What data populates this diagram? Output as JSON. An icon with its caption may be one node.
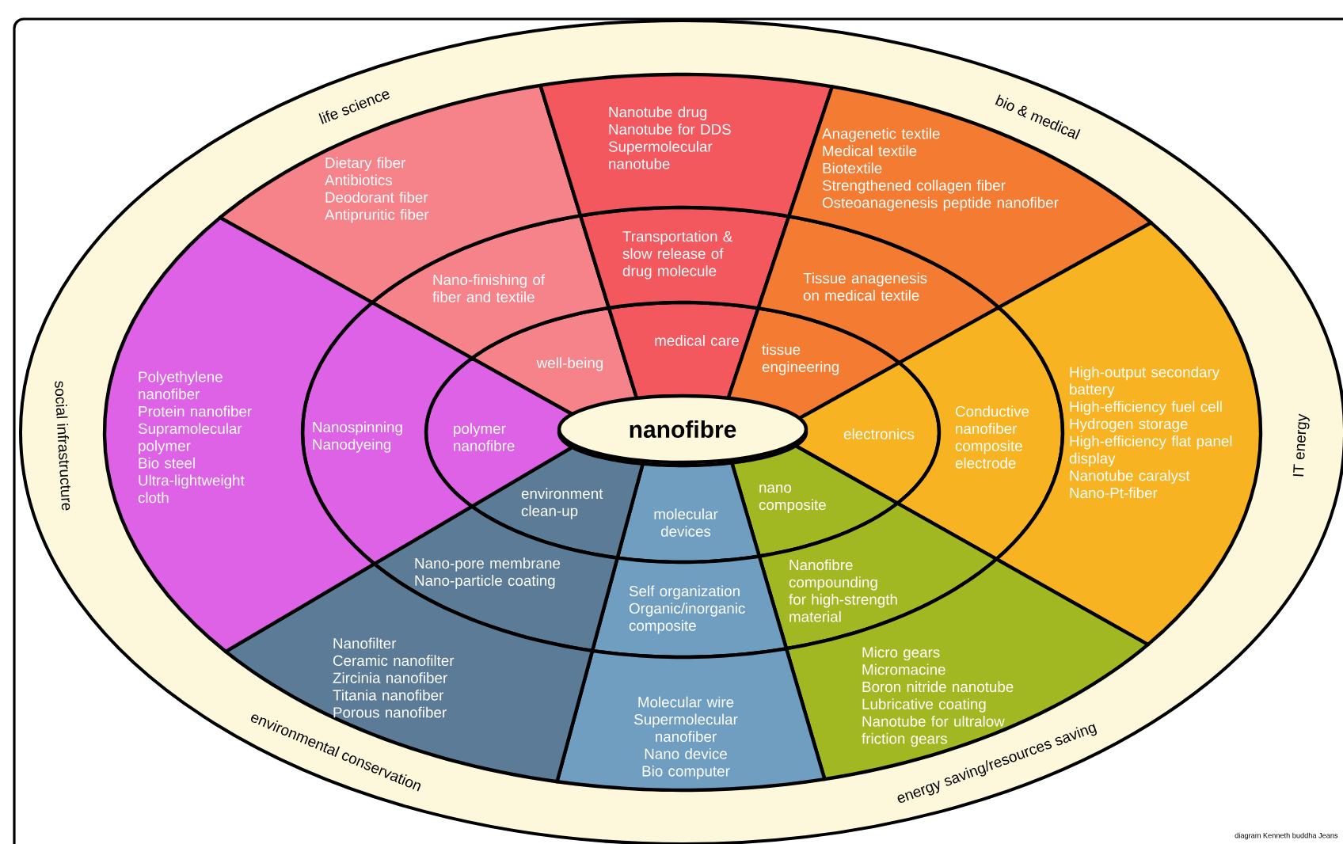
{
  "diagram": {
    "nodes": [
      {
        "text": [
          "nanofibre"
        ]
      },
      {
        "text": [
          "well-being"
        ]
      },
      {
        "text": [
          "medical care"
        ]
      },
      {
        "text": [
          "tissue engineering"
        ]
      },
      {
        "text": [
          "electronics"
        ]
      },
      {
        "text": [
          "nano composite"
        ]
      },
      {
        "text": [
          "molecular devices"
        ]
      },
      {
        "text": [
          "environment clean-up"
        ]
      },
      {
        "text": [
          "polymer nanofibre"
        ]
      },
      {
        "text": [
          "Nano-finishing of fiber and textile"
        ]
      },
      {
        "text": [
          "Transportation & slow release of drug molecule"
        ]
      },
      {
        "text": [
          "Tissue anagenesis on medical textile"
        ]
      },
      {
        "text": [
          "Conductive nanofiber composite electrode"
        ]
      },
      {
        "text": [
          "Nanofibre compounding for high-strength material"
        ]
      },
      {
        "text": [
          "Self organization",
          "Organic/inorganic composite"
        ]
      },
      {
        "text": [
          "Nano-pore membrane",
          "Nano-particle coating"
        ]
      },
      {
        "text": [
          "Nanospinning",
          "Nanodyeing"
        ]
      },
      {
        "text": [
          "Dietary fiber",
          "Antibiotics",
          "Deodorant fiber",
          "Antipruritic fiber"
        ]
      },
      {
        "text": [
          "Nanotube drug",
          "Nanotube for DDS",
          "Supermolecular nanotube"
        ]
      },
      {
        "text": [
          "Anagenetic textile",
          "Medical textile",
          "Biotextile",
          "Strengthened collagen fiber",
          "Osteoanagenesis peptide nanofiber"
        ]
      },
      {
        "text": [
          "High-output secondary battery",
          "High-efficiency fuel cell",
          "Hydrogen storage",
          "High-efficiency flat panel display",
          "Nanotube caralyst",
          "Nano-Pt-fiber"
        ]
      },
      {
        "text": [
          "Micro gears",
          "Micromacine",
          "Boron nitride nanotube",
          "Lubricative coating",
          "Nanotube for ultralow friction gears"
        ]
      },
      {
        "text": [
          "Molecular wire",
          "Supermolecular nanofiber",
          "Nano device",
          "Bio computer"
        ]
      },
      {
        "text": [
          "Nanofilter",
          "Ceramic nanofilter",
          "Zircinia nanofiber",
          "Titania nanofiber",
          "Porous nanofiber"
        ]
      },
      {
        "text": [
          "Polyethylene nanofiber",
          "Protein nanofiber",
          "Supramolecular polymer",
          "Bio steel",
          "Ultra-lightweight cloth"
        ]
      }
    ],
    "labels": [
      "life science",
      "bio & medical",
      "social infrastructure",
      "IT energy",
      "environmental conservation",
      "energy saving/resources saving",
      "diagram Kenneth buddha Jeans"
    ]
  }
}
